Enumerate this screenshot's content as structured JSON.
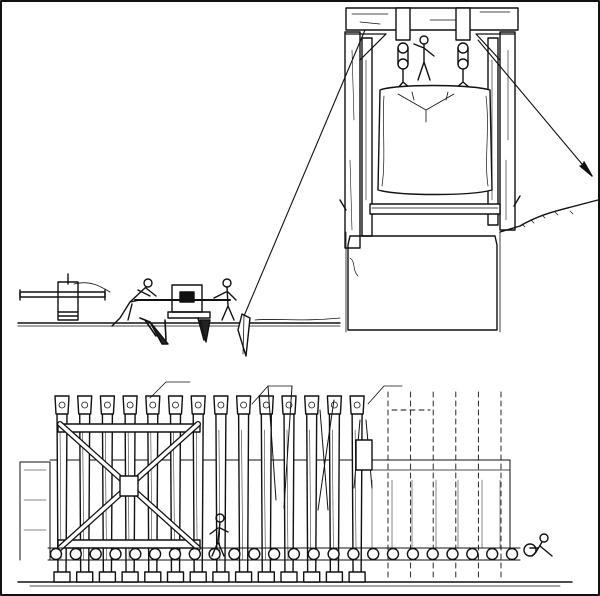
{
  "figure": {
    "upper_view": {
      "capstan_spokes": 2,
      "winch_workers": 2,
      "block_hoist_worker": 1
    },
    "lower_view": {
      "piles_with_caps": 14,
      "dashed_pile_positions": 6,
      "rollers": 24,
      "roller_worker": 1
    }
  }
}
